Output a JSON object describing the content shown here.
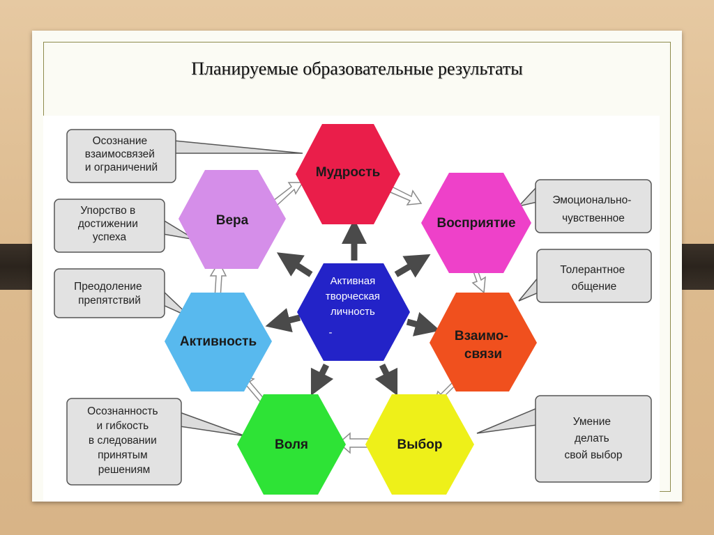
{
  "title": "Планируемые образовательные результаты",
  "center": {
    "lines": [
      "Активная",
      "творческая",
      "личность",
      "-"
    ],
    "color": "#2323c8"
  },
  "hexagons": [
    {
      "id": "wisdom",
      "lines": [
        "Мудрость"
      ],
      "color": "#ea1e4a"
    },
    {
      "id": "faith",
      "lines": [
        "Вера"
      ],
      "color": "#d58ee9"
    },
    {
      "id": "perception",
      "lines": [
        "Восприятие"
      ],
      "color": "#ee41c9"
    },
    {
      "id": "activity",
      "lines": [
        "Активность"
      ],
      "color": "#58b9ee"
    },
    {
      "id": "relations",
      "lines": [
        "Взаимо-",
        "связи"
      ],
      "color": "#f0501e"
    },
    {
      "id": "will",
      "lines": [
        "Воля"
      ],
      "color": "#2ee336"
    },
    {
      "id": "choice",
      "lines": [
        "Выбор"
      ],
      "color": "#eef019"
    }
  ],
  "callouts": [
    {
      "id": "awareness",
      "lines": [
        "Осознание",
        "взаимосвязей",
        "и ограничений"
      ]
    },
    {
      "id": "persistence",
      "lines": [
        "Упорство в",
        "достижении",
        "успеха"
      ]
    },
    {
      "id": "overcoming",
      "lines": [
        "Преодоление",
        "препятствий"
      ]
    },
    {
      "id": "mindfulness",
      "lines": [
        "Осознанность",
        "и гибкость",
        "в следовании",
        "принятым",
        "решениям"
      ]
    },
    {
      "id": "emotional",
      "lines": [
        "Эмоционально-",
        "чувственное"
      ]
    },
    {
      "id": "tolerant",
      "lines": [
        "Толерантное",
        "общение"
      ]
    },
    {
      "id": "choice-skill",
      "lines": [
        "Умение",
        "делать",
        "свой выбор"
      ]
    }
  ]
}
